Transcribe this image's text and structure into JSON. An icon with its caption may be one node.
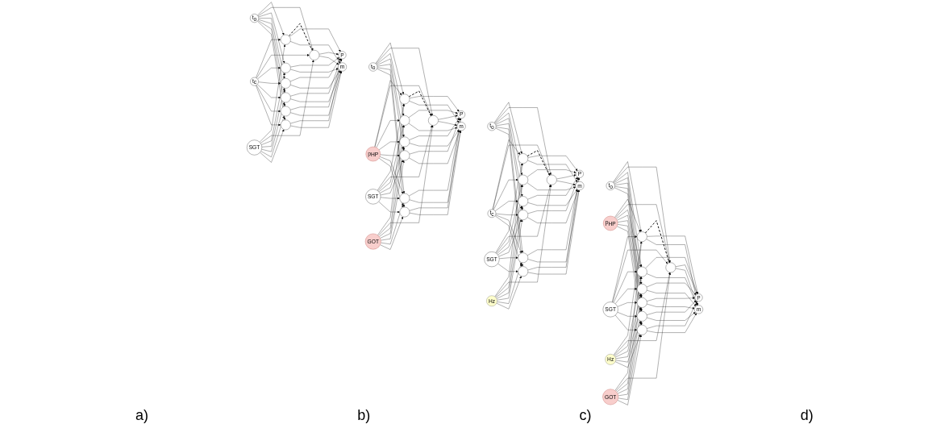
{
  "diagram": {
    "nodes": [
      {
        "text": [
          "t$_{o}$"
        ]
      },
      {
        "text": [
          "t$_{c}$"
        ]
      },
      {
        "text": [
          "SGT"
        ]
      },
      {
        "text": [],
        "shape": "circle"
      },
      {
        "text": [],
        "shape": "circle"
      },
      {
        "text": [],
        "shape": "circle"
      },
      {
        "text": [],
        "shape": "circle"
      },
      {
        "text": [],
        "shape": "circle"
      },
      {
        "text": [],
        "shape": "circle"
      },
      {
        "text": [],
        "shape": "circle"
      },
      {
        "text": [
          "P"
        ]
      },
      {
        "text": [
          "m"
        ]
      },
      {
        "text": [
          "t$_{o}$"
        ]
      },
      {
        "text": [
          "p$_{HP}$"
        ]
      },
      {
        "text": [
          "SGT"
        ]
      },
      {
        "text": [
          "GOT"
        ]
      },
      {
        "text": [],
        "shape": "circle"
      },
      {
        "text": [],
        "shape": "circle"
      },
      {
        "text": [],
        "shape": "circle"
      },
      {
        "text": [],
        "shape": "circle"
      },
      {
        "text": [],
        "shape": "circle"
      },
      {
        "text": [],
        "shape": "circle"
      },
      {
        "text": [],
        "shape": "circle"
      },
      {
        "text": [
          "P"
        ]
      },
      {
        "text": [
          "m"
        ]
      },
      {
        "text": [
          "t$_{o}$"
        ]
      },
      {
        "text": [
          "t$_{c}$"
        ]
      },
      {
        "text": [
          "SGT"
        ]
      },
      {
        "text": [
          "Hz"
        ]
      },
      {
        "text": [],
        "shape": "circle"
      },
      {
        "text": [],
        "shape": "circle"
      },
      {
        "text": [],
        "shape": "circle"
      },
      {
        "text": [],
        "shape": "circle"
      },
      {
        "text": [],
        "shape": "circle"
      },
      {
        "text": [],
        "shape": "circle"
      },
      {
        "text": [],
        "shape": "circle"
      },
      {
        "text": [
          "P"
        ]
      },
      {
        "text": [
          "m"
        ]
      },
      {
        "text": [
          "t$_{o}$"
        ]
      },
      {
        "text": [
          "p$_{HP}$"
        ]
      },
      {
        "text": [
          "SGT"
        ]
      },
      {
        "text": [
          "Hz"
        ]
      },
      {
        "text": [
          "GOT"
        ]
      },
      {
        "text": [],
        "shape": "circle"
      },
      {
        "text": [],
        "shape": "circle"
      },
      {
        "text": [],
        "shape": "circle"
      },
      {
        "text": [],
        "shape": "circle"
      },
      {
        "text": [],
        "shape": "circle"
      },
      {
        "text": [],
        "shape": "circle"
      },
      {
        "text": [],
        "shape": "circle"
      },
      {
        "text": [
          "P"
        ]
      },
      {
        "text": [
          "m"
        ]
      }
    ],
    "edges": [
      {
        "from": 3,
        "to": 4,
        "arrow": "none",
        "style": "dashed"
      },
      {
        "from": 0,
        "to": 3,
        "arrow": "to"
      },
      {
        "from": 0,
        "to": 4,
        "arrow": "to"
      },
      {
        "from": 0,
        "to": 5,
        "arrow": "to"
      },
      {
        "from": 0,
        "to": 6,
        "arrow": "to"
      },
      {
        "from": 0,
        "to": 7,
        "arrow": "to"
      },
      {
        "from": 0,
        "to": 8,
        "arrow": "to"
      },
      {
        "from": 0,
        "to": 9,
        "arrow": "to"
      },
      {
        "from": 1,
        "to": 3,
        "arrow": "to"
      },
      {
        "from": 1,
        "to": 4,
        "arrow": "to"
      },
      {
        "from": 1,
        "to": 5,
        "arrow": "to"
      },
      {
        "from": 1,
        "to": 6,
        "arrow": "to"
      },
      {
        "from": 1,
        "to": 7,
        "arrow": "to"
      },
      {
        "from": 1,
        "to": 8,
        "arrow": "to"
      },
      {
        "from": 1,
        "to": 9,
        "arrow": "to"
      },
      {
        "from": 2,
        "to": 3,
        "arrow": "to"
      },
      {
        "from": 2,
        "to": 4,
        "arrow": "to"
      },
      {
        "from": 2,
        "to": 5,
        "arrow": "to"
      },
      {
        "from": 2,
        "to": 6,
        "arrow": "to"
      },
      {
        "from": 2,
        "to": 7,
        "arrow": "to"
      },
      {
        "from": 2,
        "to": 8,
        "arrow": "to"
      },
      {
        "from": 2,
        "to": 9,
        "arrow": "to"
      },
      {
        "from": 3,
        "to": 10,
        "arrow": "to"
      },
      {
        "from": 3,
        "to": 11,
        "arrow": "to"
      },
      {
        "from": 4,
        "to": 10,
        "arrow": "to"
      },
      {
        "from": 4,
        "to": 11,
        "arrow": "to"
      },
      {
        "from": 5,
        "to": 10,
        "arrow": "to"
      },
      {
        "from": 5,
        "to": 11,
        "arrow": "to"
      },
      {
        "from": 6,
        "to": 10,
        "arrow": "to"
      },
      {
        "from": 6,
        "to": 11,
        "arrow": "to"
      },
      {
        "from": 7,
        "to": 10,
        "arrow": "to"
      },
      {
        "from": 7,
        "to": 11,
        "arrow": "to"
      },
      {
        "from": 8,
        "to": 10,
        "arrow": "to"
      },
      {
        "from": 8,
        "to": 11,
        "arrow": "to"
      },
      {
        "from": 9,
        "to": 10,
        "arrow": "to"
      },
      {
        "from": 9,
        "to": 11,
        "arrow": "to"
      },
      {
        "from": 16,
        "to": 17,
        "arrow": "none",
        "style": "dashed"
      },
      {
        "from": 12,
        "to": 16,
        "arrow": "to"
      },
      {
        "from": 12,
        "to": 17,
        "arrow": "to"
      },
      {
        "from": 12,
        "to": 18,
        "arrow": "to"
      },
      {
        "from": 12,
        "to": 19,
        "arrow": "to"
      },
      {
        "from": 12,
        "to": 20,
        "arrow": "to"
      },
      {
        "from": 12,
        "to": 21,
        "arrow": "to"
      },
      {
        "from": 12,
        "to": 22,
        "arrow": "to"
      },
      {
        "from": 13,
        "to": 16,
        "arrow": "to"
      },
      {
        "from": 13,
        "to": 17,
        "arrow": "to"
      },
      {
        "from": 13,
        "to": 18,
        "arrow": "to"
      },
      {
        "from": 13,
        "to": 19,
        "arrow": "to"
      },
      {
        "from": 13,
        "to": 20,
        "arrow": "to"
      },
      {
        "from": 13,
        "to": 21,
        "arrow": "to"
      },
      {
        "from": 13,
        "to": 22,
        "arrow": "to"
      },
      {
        "from": 14,
        "to": 16,
        "arrow": "to"
      },
      {
        "from": 14,
        "to": 17,
        "arrow": "to"
      },
      {
        "from": 14,
        "to": 18,
        "arrow": "to"
      },
      {
        "from": 14,
        "to": 19,
        "arrow": "to"
      },
      {
        "from": 14,
        "to": 20,
        "arrow": "to"
      },
      {
        "from": 14,
        "to": 21,
        "arrow": "to"
      },
      {
        "from": 14,
        "to": 22,
        "arrow": "to"
      },
      {
        "from": 15,
        "to": 16,
        "arrow": "to"
      },
      {
        "from": 15,
        "to": 17,
        "arrow": "to"
      },
      {
        "from": 15,
        "to": 18,
        "arrow": "to"
      },
      {
        "from": 15,
        "to": 19,
        "arrow": "to"
      },
      {
        "from": 15,
        "to": 20,
        "arrow": "to"
      },
      {
        "from": 15,
        "to": 21,
        "arrow": "to"
      },
      {
        "from": 15,
        "to": 22,
        "arrow": "to"
      },
      {
        "from": 16,
        "to": 23,
        "arrow": "to"
      },
      {
        "from": 16,
        "to": 24,
        "arrow": "to"
      },
      {
        "from": 17,
        "to": 23,
        "arrow": "to"
      },
      {
        "from": 17,
        "to": 24,
        "arrow": "to"
      },
      {
        "from": 18,
        "to": 23,
        "arrow": "to"
      },
      {
        "from": 18,
        "to": 24,
        "arrow": "to"
      },
      {
        "from": 19,
        "to": 23,
        "arrow": "to"
      },
      {
        "from": 19,
        "to": 24,
        "arrow": "to"
      },
      {
        "from": 20,
        "to": 23,
        "arrow": "to"
      },
      {
        "from": 20,
        "to": 24,
        "arrow": "to"
      },
      {
        "from": 21,
        "to": 23,
        "arrow": "to"
      },
      {
        "from": 21,
        "to": 24,
        "arrow": "to"
      },
      {
        "from": 22,
        "to": 23,
        "arrow": "to"
      },
      {
        "from": 22,
        "to": 24,
        "arrow": "to"
      },
      {
        "from": 29,
        "to": 30,
        "arrow": "none",
        "style": "dashed"
      },
      {
        "from": 25,
        "to": 29,
        "arrow": "to"
      },
      {
        "from": 25,
        "to": 30,
        "arrow": "to"
      },
      {
        "from": 25,
        "to": 31,
        "arrow": "to"
      },
      {
        "from": 25,
        "to": 32,
        "arrow": "to"
      },
      {
        "from": 25,
        "to": 33,
        "arrow": "to"
      },
      {
        "from": 25,
        "to": 34,
        "arrow": "to"
      },
      {
        "from": 25,
        "to": 35,
        "arrow": "to"
      },
      {
        "from": 26,
        "to": 29,
        "arrow": "to"
      },
      {
        "from": 26,
        "to": 30,
        "arrow": "to"
      },
      {
        "from": 26,
        "to": 31,
        "arrow": "to"
      },
      {
        "from": 26,
        "to": 32,
        "arrow": "to"
      },
      {
        "from": 26,
        "to": 33,
        "arrow": "to"
      },
      {
        "from": 26,
        "to": 34,
        "arrow": "to"
      },
      {
        "from": 26,
        "to": 35,
        "arrow": "to"
      },
      {
        "from": 27,
        "to": 29,
        "arrow": "to"
      },
      {
        "from": 27,
        "to": 30,
        "arrow": "to"
      },
      {
        "from": 27,
        "to": 31,
        "arrow": "to"
      },
      {
        "from": 27,
        "to": 32,
        "arrow": "to"
      },
      {
        "from": 27,
        "to": 33,
        "arrow": "to"
      },
      {
        "from": 27,
        "to": 34,
        "arrow": "to"
      },
      {
        "from": 27,
        "to": 35,
        "arrow": "to"
      },
      {
        "from": 28,
        "to": 29,
        "arrow": "to"
      },
      {
        "from": 28,
        "to": 30,
        "arrow": "to"
      },
      {
        "from": 28,
        "to": 31,
        "arrow": "to"
      },
      {
        "from": 28,
        "to": 32,
        "arrow": "to"
      },
      {
        "from": 28,
        "to": 33,
        "arrow": "to"
      },
      {
        "from": 28,
        "to": 34,
        "arrow": "to"
      },
      {
        "from": 28,
        "to": 35,
        "arrow": "to"
      },
      {
        "from": 29,
        "to": 36,
        "arrow": "to"
      },
      {
        "from": 29,
        "to": 37,
        "arrow": "to"
      },
      {
        "from": 30,
        "to": 36,
        "arrow": "to"
      },
      {
        "from": 30,
        "to": 37,
        "arrow": "to"
      },
      {
        "from": 31,
        "to": 36,
        "arrow": "to"
      },
      {
        "from": 31,
        "to": 37,
        "arrow": "to"
      },
      {
        "from": 32,
        "to": 36,
        "arrow": "to"
      },
      {
        "from": 32,
        "to": 37,
        "arrow": "to"
      },
      {
        "from": 33,
        "to": 36,
        "arrow": "to"
      },
      {
        "from": 33,
        "to": 37,
        "arrow": "to"
      },
      {
        "from": 34,
        "to": 36,
        "arrow": "to"
      },
      {
        "from": 34,
        "to": 37,
        "arrow": "to"
      },
      {
        "from": 35,
        "to": 36,
        "arrow": "to"
      },
      {
        "from": 35,
        "to": 37,
        "arrow": "to"
      },
      {
        "from": 43,
        "to": 44,
        "arrow": "none",
        "style": "dashed"
      },
      {
        "from": 38,
        "to": 43,
        "arrow": "to"
      },
      {
        "from": 38,
        "to": 44,
        "arrow": "to"
      },
      {
        "from": 38,
        "to": 45,
        "arrow": "to"
      },
      {
        "from": 38,
        "to": 46,
        "arrow": "to"
      },
      {
        "from": 38,
        "to": 47,
        "arrow": "to"
      },
      {
        "from": 38,
        "to": 48,
        "arrow": "to"
      },
      {
        "from": 38,
        "to": 49,
        "arrow": "to"
      },
      {
        "from": 39,
        "to": 43,
        "arrow": "to"
      },
      {
        "from": 39,
        "to": 44,
        "arrow": "to"
      },
      {
        "from": 39,
        "to": 45,
        "arrow": "to"
      },
      {
        "from": 39,
        "to": 46,
        "arrow": "to"
      },
      {
        "from": 39,
        "to": 47,
        "arrow": "to"
      },
      {
        "from": 39,
        "to": 48,
        "arrow": "to"
      },
      {
        "from": 39,
        "to": 49,
        "arrow": "to"
      },
      {
        "from": 40,
        "to": 43,
        "arrow": "to"
      },
      {
        "from": 40,
        "to": 44,
        "arrow": "to"
      },
      {
        "from": 40,
        "to": 45,
        "arrow": "to"
      },
      {
        "from": 40,
        "to": 46,
        "arrow": "to"
      },
      {
        "from": 40,
        "to": 47,
        "arrow": "to"
      },
      {
        "from": 40,
        "to": 48,
        "arrow": "to"
      },
      {
        "from": 40,
        "to": 49,
        "arrow": "to"
      },
      {
        "from": 41,
        "to": 43,
        "arrow": "to"
      },
      {
        "from": 41,
        "to": 44,
        "arrow": "to"
      },
      {
        "from": 41,
        "to": 45,
        "arrow": "to"
      },
      {
        "from": 41,
        "to": 46,
        "arrow": "to"
      },
      {
        "from": 41,
        "to": 47,
        "arrow": "to"
      },
      {
        "from": 41,
        "to": 48,
        "arrow": "to"
      },
      {
        "from": 41,
        "to": 49,
        "arrow": "to"
      },
      {
        "from": 42,
        "to": 43,
        "arrow": "to"
      },
      {
        "from": 42,
        "to": 44,
        "arrow": "to"
      },
      {
        "from": 42,
        "to": 45,
        "arrow": "to"
      },
      {
        "from": 42,
        "to": 46,
        "arrow": "to"
      },
      {
        "from": 42,
        "to": 47,
        "arrow": "to"
      },
      {
        "from": 42,
        "to": 48,
        "arrow": "to"
      },
      {
        "from": 42,
        "to": 49,
        "arrow": "to"
      },
      {
        "from": 43,
        "to": 50,
        "arrow": "to"
      },
      {
        "from": 43,
        "to": 51,
        "arrow": "to"
      },
      {
        "from": 44,
        "to": 50,
        "arrow": "to"
      },
      {
        "from": 44,
        "to": 51,
        "arrow": "to"
      },
      {
        "from": 45,
        "to": 50,
        "arrow": "to"
      },
      {
        "from": 45,
        "to": 51,
        "arrow": "to"
      },
      {
        "from": 46,
        "to": 50,
        "arrow": "to"
      },
      {
        "from": 46,
        "to": 51,
        "arrow": "to"
      },
      {
        "from": 47,
        "to": 50,
        "arrow": "to"
      },
      {
        "from": 47,
        "to": 51,
        "arrow": "to"
      },
      {
        "from": 48,
        "to": 50,
        "arrow": "to"
      },
      {
        "from": 48,
        "to": 51,
        "arrow": "to"
      },
      {
        "from": 49,
        "to": 50,
        "arrow": "to"
      },
      {
        "from": 49,
        "to": 51,
        "arrow": "to"
      }
    ],
    "labels": [
      "a)",
      "b)",
      "c)",
      "d)"
    ]
  }
}
